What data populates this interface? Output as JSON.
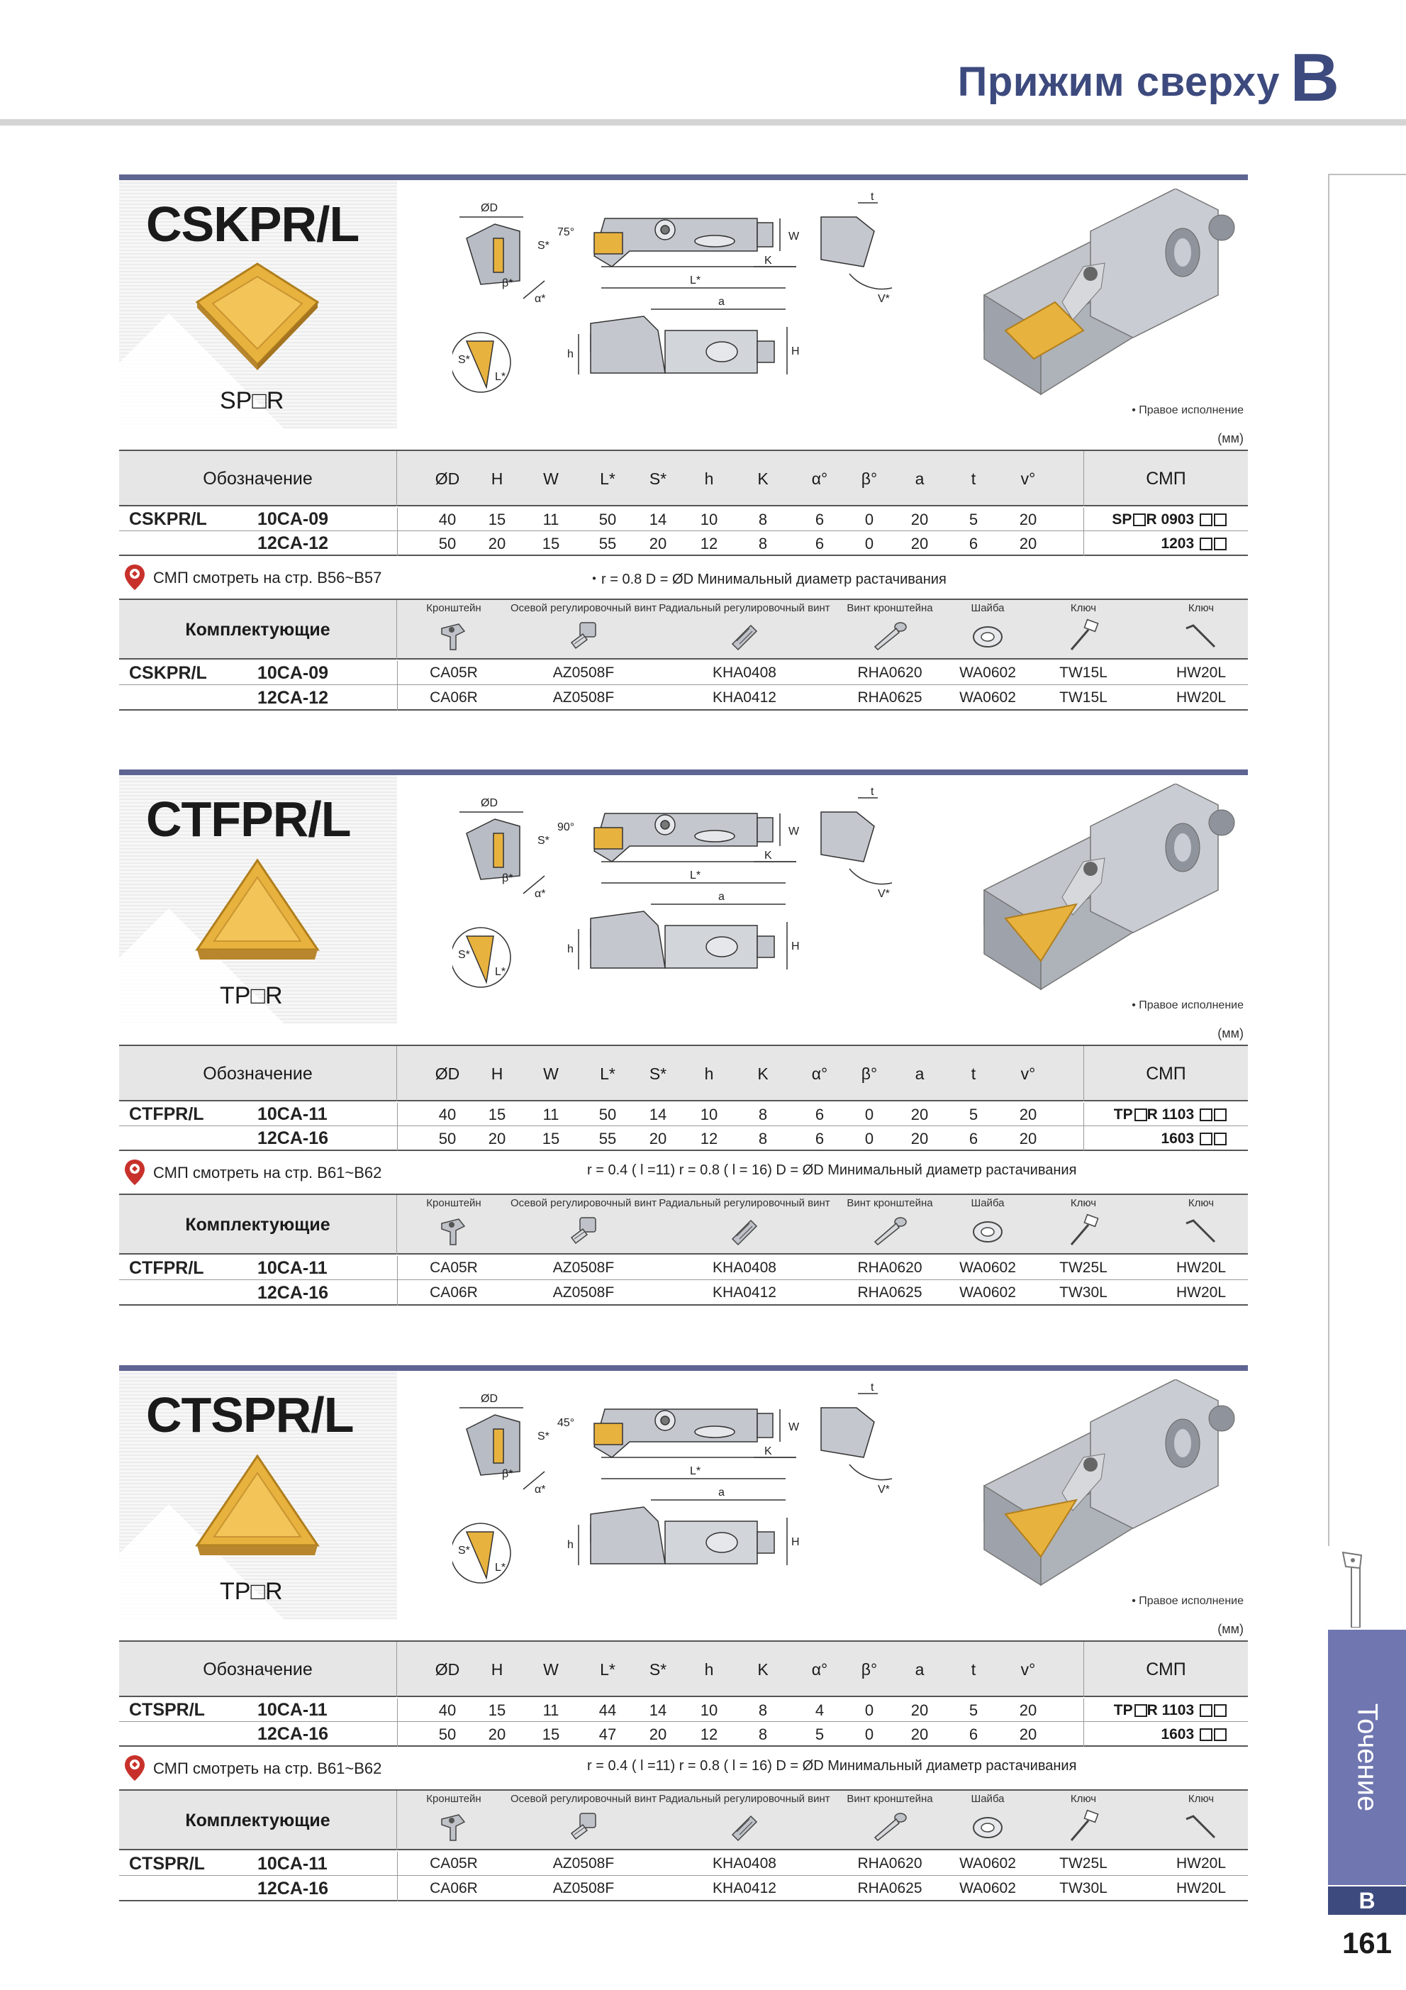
{
  "header": {
    "title": "Прижим сверху",
    "section_letter": "B"
  },
  "side_tab": {
    "label": "Точение",
    "letter": "B"
  },
  "page_number": "161",
  "spec_columns": [
    "ØD",
    "H",
    "W",
    "L*",
    "S*",
    "h",
    "K",
    "α°",
    "β°",
    "a",
    "t",
    "v°"
  ],
  "spec_header_label": "Обозначение",
  "smp_header": "СМП",
  "accessories_label": "Комплектующие",
  "accessory_columns": [
    "Кронштейн",
    "Осевой регулировочный винт",
    "Радиальный регулировочный винт",
    "Винт кронштейна",
    "Шайба",
    "Ключ",
    "Ключ"
  ],
  "right_hand_note": "• Правое исполнение",
  "unit": "(мм)",
  "diagram_labels": {
    "od": "ØD",
    "s": "S*",
    "l": "L*",
    "w": "W",
    "k": "K",
    "a": "a",
    "h_small": "h",
    "h_big": "H",
    "t": "t",
    "v": "V*",
    "alpha": "α*",
    "beta": "β*"
  },
  "sections": [
    {
      "name": "CSKPR/L",
      "insert_label": "SP□R",
      "insert_shape": "square",
      "angle": "75°",
      "rows": [
        {
          "series": "CSKPR/L",
          "model": "10CA-09",
          "values": [
            "40",
            "15",
            "11",
            "50",
            "14",
            "10",
            "8",
            "6",
            "0",
            "20",
            "5",
            "20"
          ],
          "smp_prefix": "SP",
          "smp_code": "R 0903"
        },
        {
          "series": "",
          "model": "12CA-12",
          "values": [
            "50",
            "20",
            "15",
            "55",
            "20",
            "12",
            "8",
            "6",
            "0",
            "20",
            "6",
            "20"
          ],
          "smp_prefix": "",
          "smp_code": "1203"
        }
      ],
      "note_ref": "СМП смотреть на стр.  B56~B57",
      "note_r": "・r = 0.8      D = ØD Минимальный диаметр растачивания",
      "acc_rows": [
        {
          "series": "CSKPR/L",
          "model": "10CA-09",
          "parts": [
            "CA05R",
            "AZ0508F",
            "KHA0408",
            "RHA0620",
            "WA0602",
            "TW15L",
            "HW20L"
          ]
        },
        {
          "series": "",
          "model": "12CA-12",
          "parts": [
            "CA06R",
            "AZ0508F",
            "KHA0412",
            "RHA0625",
            "WA0602",
            "TW15L",
            "HW20L"
          ]
        }
      ]
    },
    {
      "name": "CTFPR/L",
      "insert_label": "TP□R",
      "insert_shape": "triangle",
      "angle": "90°",
      "rows": [
        {
          "series": "CTFPR/L",
          "model": "10CA-11",
          "values": [
            "40",
            "15",
            "11",
            "50",
            "14",
            "10",
            "8",
            "6",
            "0",
            "20",
            "5",
            "20"
          ],
          "smp_prefix": "TP",
          "smp_code": "R 1103"
        },
        {
          "series": "",
          "model": "12CA-16",
          "values": [
            "50",
            "20",
            "15",
            "55",
            "20",
            "12",
            "8",
            "6",
            "0",
            "20",
            "6",
            "20"
          ],
          "smp_prefix": "",
          "smp_code": "1603"
        }
      ],
      "note_ref": "СМП смотреть на стр.  B61~B62",
      "note_r": "r = 0.4 ( l =11) r = 0.8 ( l = 16)     D = ØD Минимальный диаметр растачивания",
      "acc_rows": [
        {
          "series": "CTFPR/L",
          "model": "10CA-11",
          "parts": [
            "CA05R",
            "AZ0508F",
            "KHA0408",
            "RHA0620",
            "WA0602",
            "TW25L",
            "HW20L"
          ]
        },
        {
          "series": "",
          "model": "12CA-16",
          "parts": [
            "CA06R",
            "AZ0508F",
            "KHA0412",
            "RHA0625",
            "WA0602",
            "TW30L",
            "HW20L"
          ]
        }
      ]
    },
    {
      "name": "CTSPR/L",
      "insert_label": "TP□R",
      "insert_shape": "triangle",
      "angle": "45°",
      "rows": [
        {
          "series": "CTSPR/L",
          "model": "10CA-11",
          "values": [
            "40",
            "15",
            "11",
            "44",
            "14",
            "10",
            "8",
            "4",
            "0",
            "20",
            "5",
            "20"
          ],
          "smp_prefix": "TP",
          "smp_code": "R 1103"
        },
        {
          "series": "",
          "model": "12CA-16",
          "values": [
            "50",
            "20",
            "15",
            "47",
            "20",
            "12",
            "8",
            "5",
            "0",
            "20",
            "6",
            "20"
          ],
          "smp_prefix": "",
          "smp_code": "1603"
        }
      ],
      "note_ref": "СМП смотреть на стр.  B61~B62",
      "note_r": "r = 0.4 ( l =11) r = 0.8 ( l = 16)      D =  ØD Минимальный диаметр растачивания",
      "acc_rows": [
        {
          "series": "CTSPR/L",
          "model": "10CA-11",
          "parts": [
            "CA05R",
            "AZ0508F",
            "KHA0408",
            "RHA0620",
            "WA0602",
            "TW25L",
            "HW20L"
          ]
        },
        {
          "series": "",
          "model": "12CA-16",
          "parts": [
            "CA06R",
            "AZ0508F",
            "KHA0412",
            "RHA0625",
            "WA0602",
            "TW30L",
            "HW20L"
          ]
        }
      ]
    }
  ]
}
